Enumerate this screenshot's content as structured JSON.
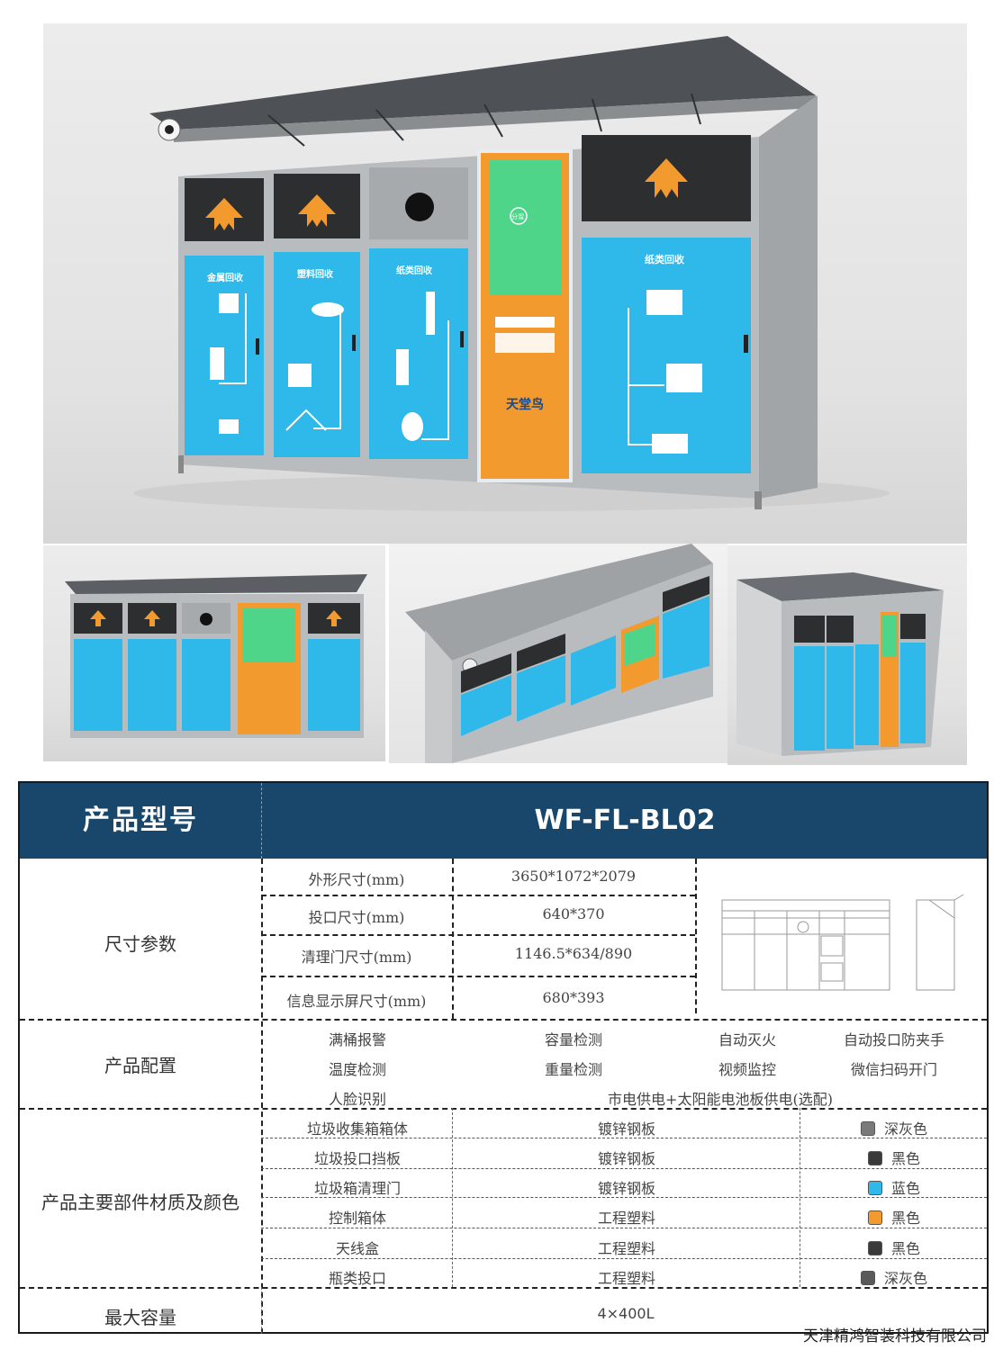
{
  "header": {
    "model_label": "产品型号",
    "model_value": "WF-FL-BL02"
  },
  "machine_labels": {
    "metal": "金属回收",
    "plastic": "塑料回收",
    "paper_center": "纸类回收",
    "paper_right": "纸类回收",
    "screen_badge": "分溜",
    "brand": "天堂鸟"
  },
  "dimensions": {
    "section_label": "尺寸参数",
    "rows": [
      {
        "label": "外形尺寸(mm)",
        "value": "3650*1072*2079"
      },
      {
        "label": "投口尺寸(mm)",
        "value": "640*370"
      },
      {
        "label": "清理门尺寸(mm)",
        "value": "1146.5*634/890"
      },
      {
        "label": "信息显示屏尺寸(mm)",
        "value": "680*393"
      }
    ]
  },
  "config": {
    "section_label": "产品配置",
    "row1": [
      "满桶报警",
      "容量检测",
      "自动灭火",
      "自动投口防夹手"
    ],
    "row2": [
      "温度检测",
      "重量检测",
      "视频监控",
      "微信扫码开门"
    ],
    "row3": [
      "人脸识别",
      "市电供电+太阳能电池板供电(选配)"
    ]
  },
  "materials": {
    "section_label": "产品主要部件材质及颜色",
    "rows": [
      {
        "part": "垃圾收集箱箱体",
        "material": "镀锌钢板",
        "color": "深灰色",
        "swatch": "#7a7a7a"
      },
      {
        "part": "垃圾投口挡板",
        "material": "镀锌钢板",
        "color": "黑色",
        "swatch": "#3a3a3a"
      },
      {
        "part": "垃圾箱清理门",
        "material": "镀锌钢板",
        "color": "蓝色",
        "swatch": "#2fb8ea"
      },
      {
        "part": "控制箱体",
        "material": "工程塑料",
        "color": "黑色",
        "swatch": "#f39a2f"
      },
      {
        "part": "天线盒",
        "material": "工程塑料",
        "color": "黑色",
        "swatch": "#3a3a3a"
      },
      {
        "part": "瓶类投口",
        "material": "工程塑料",
        "color": "深灰色",
        "swatch": "#5a5a5a"
      }
    ]
  },
  "capacity": {
    "section_label": "最大容量",
    "value": "4×400L"
  },
  "footer": {
    "company": "天津精鸿智装科技有限公司"
  },
  "colors": {
    "header_bg": "#18476b",
    "panel_blue": "#2fb8ea",
    "panel_orange": "#f39a2f",
    "roof_gray": "#5b5e62"
  }
}
